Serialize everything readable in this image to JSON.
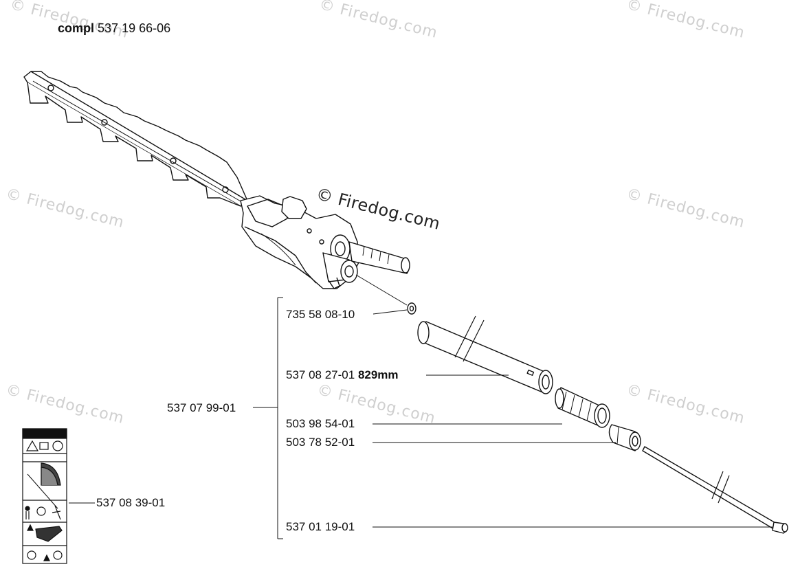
{
  "title": {
    "prefix": "compl",
    "number": "537 19 66-06"
  },
  "watermark": {
    "text": "© Firedog.com",
    "center_text": "© Firedog.com"
  },
  "parts": {
    "washer": "735 58 08-10",
    "tube_number": "537 08 27-01",
    "tube_length": "829mm",
    "assembly": "537 07 99-01",
    "bushing": "503 98 54-01",
    "nut": "503 78 52-01",
    "drive_shaft": "537 01 19-01",
    "decal": "537 08 39-01"
  },
  "icons": {
    "decal": "warning-decal-icon"
  }
}
